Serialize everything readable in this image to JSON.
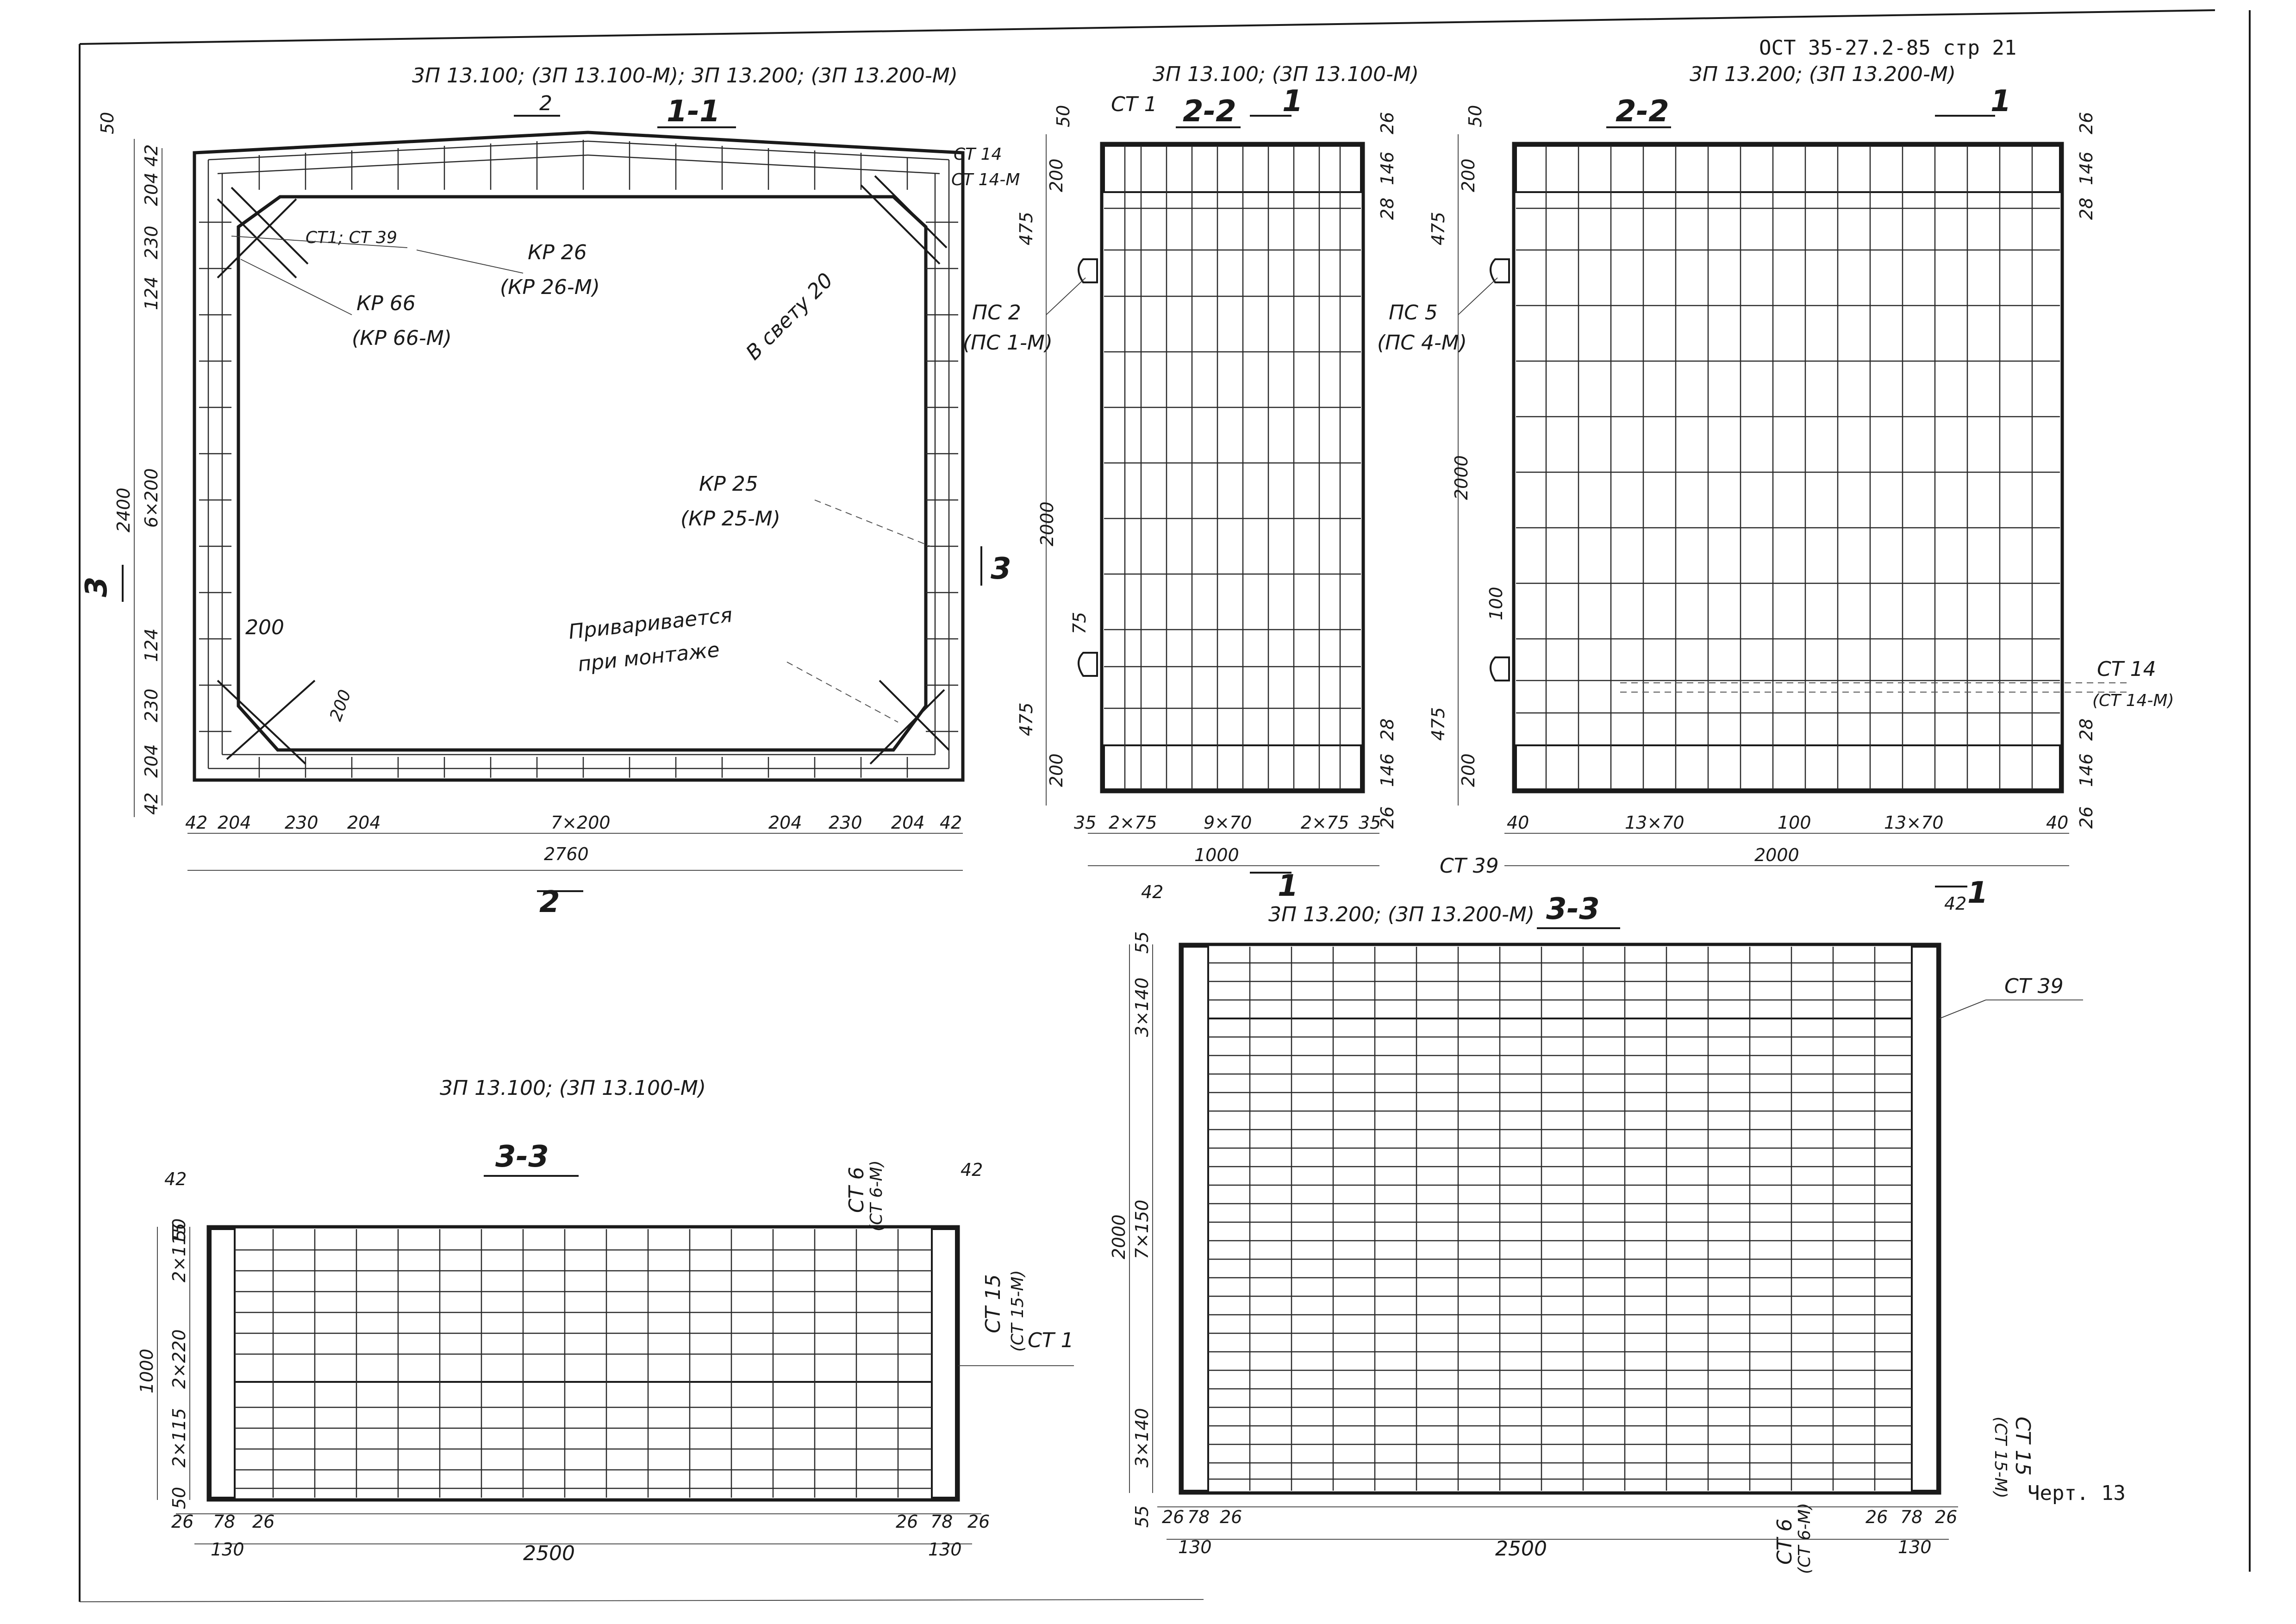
{
  "header": {
    "standard_ref": "ОСТ 35-27.2-85 стр 21"
  },
  "section_1_1": {
    "title": "3П 13.100; (3П 13.100-М); 3П 13.200; (3П 13.200-М)",
    "section_label": "1-1",
    "cut_mark_top": "2",
    "cut_mark_bottom": "2",
    "cut_mark_left": "3",
    "cut_mark_right": "3",
    "labels": {
      "st1_st39": "СТ1; СТ 39",
      "kr26": "КР 26",
      "kr26m": "(КР 26-М)",
      "kr66": "КР 66",
      "kr66m": "(КР 66-М)",
      "v_svetu": "В свету 20",
      "kr25": "КР 25",
      "kr25m": "(КР 25-М)",
      "weld_note_1": "Приваривается",
      "weld_note_2": "при монтаже",
      "st14": "СТ 14",
      "st14m": "СТ 14-М",
      "dim_200": "200",
      "dim_200_inner": "200"
    },
    "dims_left": [
      "50",
      "42",
      "204",
      "230",
      "124",
      "6×200",
      "2400",
      "124",
      "230",
      "204",
      "42"
    ],
    "dims_bottom": [
      "42",
      "204",
      "230",
      "204",
      "7×200",
      "204",
      "230",
      "204",
      "42"
    ],
    "overall_width": "2760"
  },
  "section_2_2_small": {
    "title": "3П 13.100; (3П 13.100-М)",
    "section_label": "2-2",
    "cut_mark": "1",
    "labels": {
      "st1": "СТ 1",
      "ps2": "ПС 2",
      "ps1m": "(ПС 1-М)"
    },
    "dims_left": [
      "50",
      "200",
      "475",
      "2000",
      "75",
      "475",
      "200"
    ],
    "dims_right": [
      "26",
      "146",
      "28",
      "28",
      "146",
      "26"
    ],
    "dims_bottom": [
      "35",
      "2×75",
      "9×70",
      "2×75",
      "35"
    ],
    "overall_width": "1000"
  },
  "section_2_2_large": {
    "title": "3П 13.200; (3П 13.200-М)",
    "section_label": "2-2",
    "cut_mark": "1",
    "labels": {
      "ps5": "ПС 5",
      "ps4m": "(ПС 4-М)",
      "st14": "СТ 14",
      "st14m": "(СТ 14-М)",
      "st39": "СТ 39"
    },
    "dims_left": [
      "50",
      "200",
      "475",
      "2000",
      "100",
      "475",
      "200"
    ],
    "dims_right": [
      "26",
      "146",
      "28",
      "28",
      "146",
      "26"
    ],
    "dims_bottom": [
      "40",
      "13×70",
      "100",
      "13×70",
      "40"
    ],
    "overall_width": "2000"
  },
  "section_3_3_small": {
    "title": "3П 13.100; (3П 13.100-М)",
    "section_label": "3-3",
    "labels": {
      "st6": "СТ 6",
      "st6m": "(СТ 6-М)",
      "st15": "СТ 15",
      "st15m": "(СТ 15-М)",
      "st1": "СТ 1"
    },
    "dims_left": [
      "50",
      "2×115",
      "2×220",
      "2×115",
      "50"
    ],
    "overall_height": "1000",
    "dims_top": [
      "42",
      "42"
    ],
    "dims_bottom": [
      "26",
      "78",
      "26",
      "26",
      "78",
      "26"
    ],
    "dims_bottom_130": [
      "130",
      "130"
    ],
    "overall_width": "2500"
  },
  "section_3_3_large": {
    "title": "3П 13.200; (3П 13.200-М)",
    "section_label": "3-3",
    "cut_mark": "1",
    "labels": {
      "st39": "СТ 39",
      "st15": "СТ 15",
      "st15m": "(СТ 15-М)",
      "st6": "СТ 6",
      "st6m": "(СТ 6-М)"
    },
    "dims_left": [
      "55",
      "3×140",
      "7×150",
      "2000",
      "3×140",
      "55"
    ],
    "dims_top": [
      "42",
      "42"
    ],
    "dims_bottom": [
      "26",
      "78",
      "26",
      "26",
      "78",
      "26"
    ],
    "dims_bottom_130": [
      "130",
      "130"
    ],
    "overall_width": "2500"
  },
  "footer": {
    "sheet_label": "Черт. 13"
  }
}
